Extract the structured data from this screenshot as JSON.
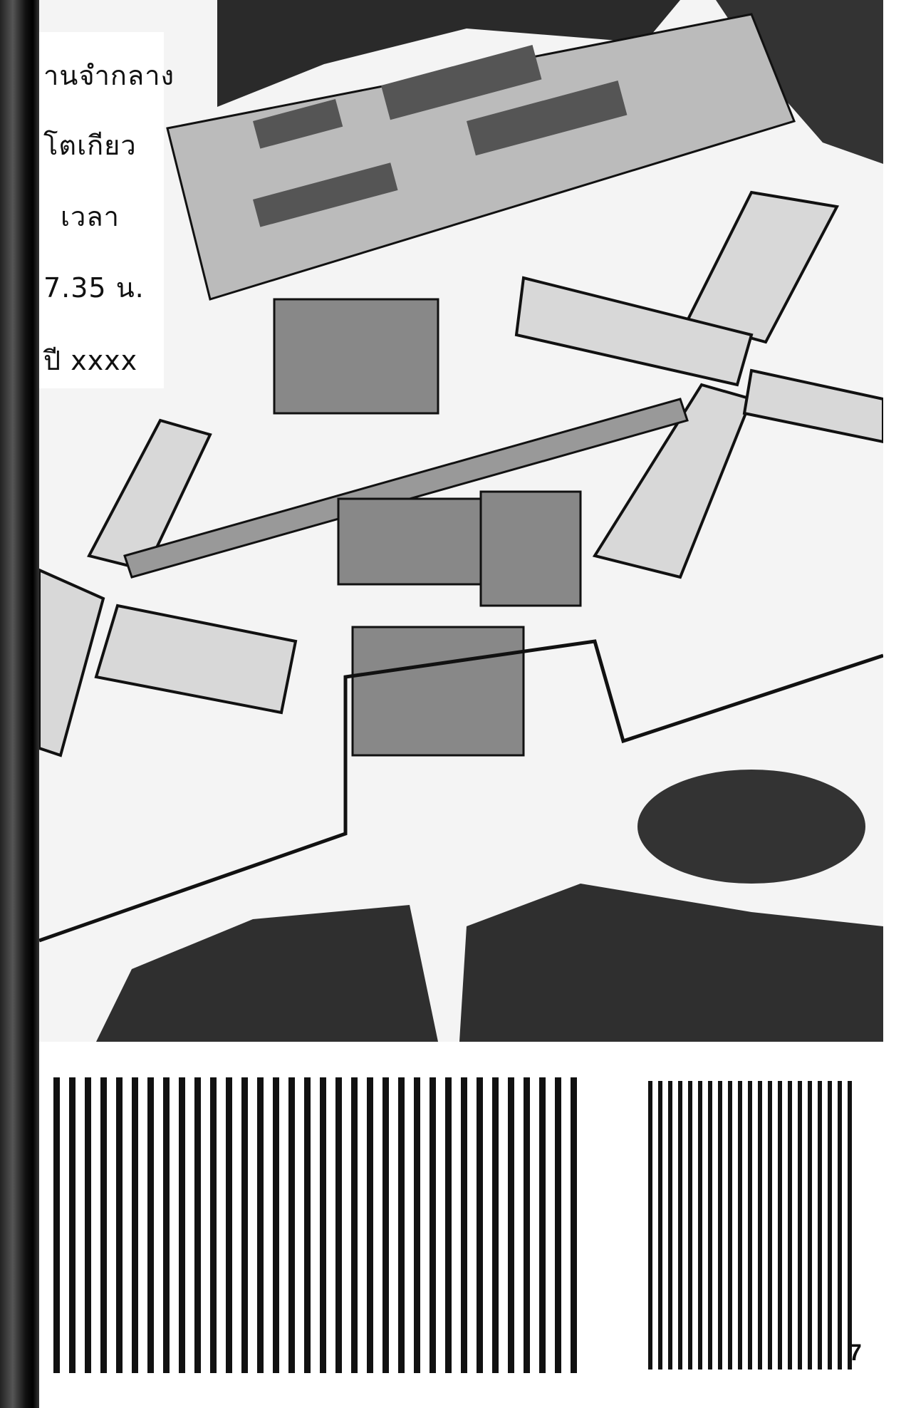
{
  "caption": {
    "line1": "านจำกลาง",
    "line2": "โตเกียว",
    "line3": "เวลา",
    "line4": "7.35 น.",
    "line5": "ปี xxxx"
  },
  "page_number": "7"
}
